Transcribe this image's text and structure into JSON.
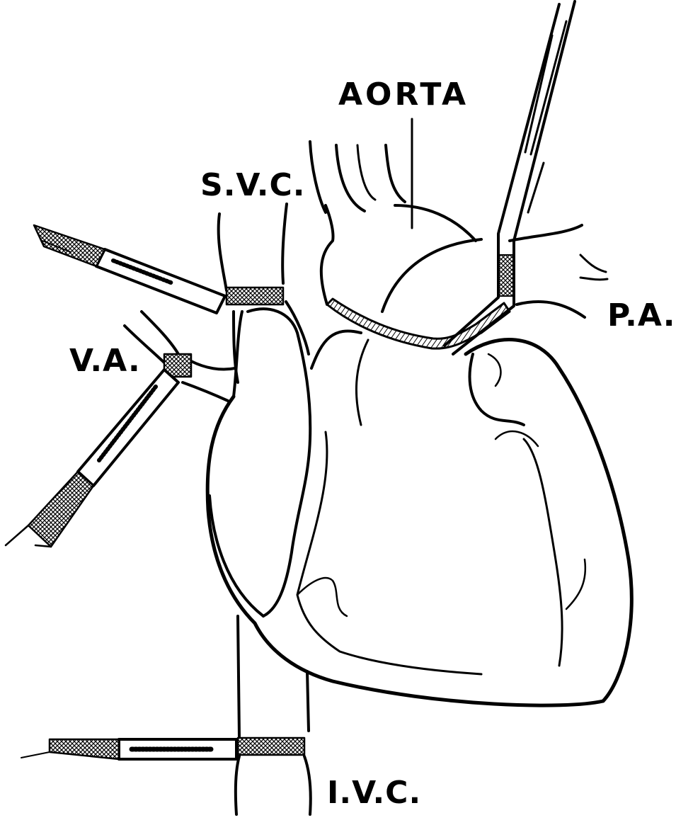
{
  "labels": {
    "aorta": "AORTA",
    "svc": "S.V.C.",
    "pa": "P.A.",
    "va": "V.A.",
    "ivc": "I.V.C."
  },
  "colors": {
    "ink": "#000000",
    "paper": "#ffffff"
  }
}
